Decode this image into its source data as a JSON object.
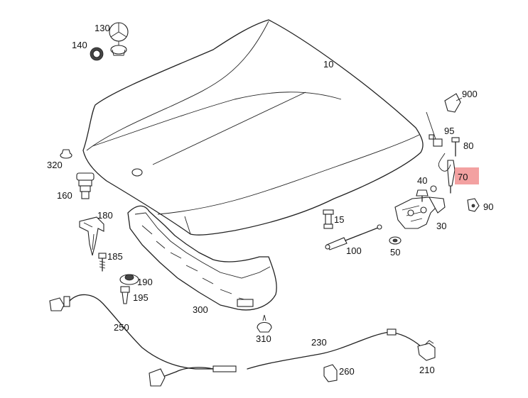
{
  "highlight_color": "#f08a8a",
  "callouts": {
    "c10": "10",
    "c15": "15",
    "c30": "30",
    "c40": "40",
    "c50": "50",
    "c70": "70",
    "c80": "80",
    "c90": "90",
    "c95": "95",
    "c100": "100",
    "c130": "130",
    "c140": "140",
    "c160": "160",
    "c180": "180",
    "c185": "185",
    "c190": "190",
    "c195": "195",
    "c210": "210",
    "c230": "230",
    "c250": "250",
    "c260": "260",
    "c300": "300",
    "c310": "310",
    "c320": "320",
    "c900": "900"
  }
}
